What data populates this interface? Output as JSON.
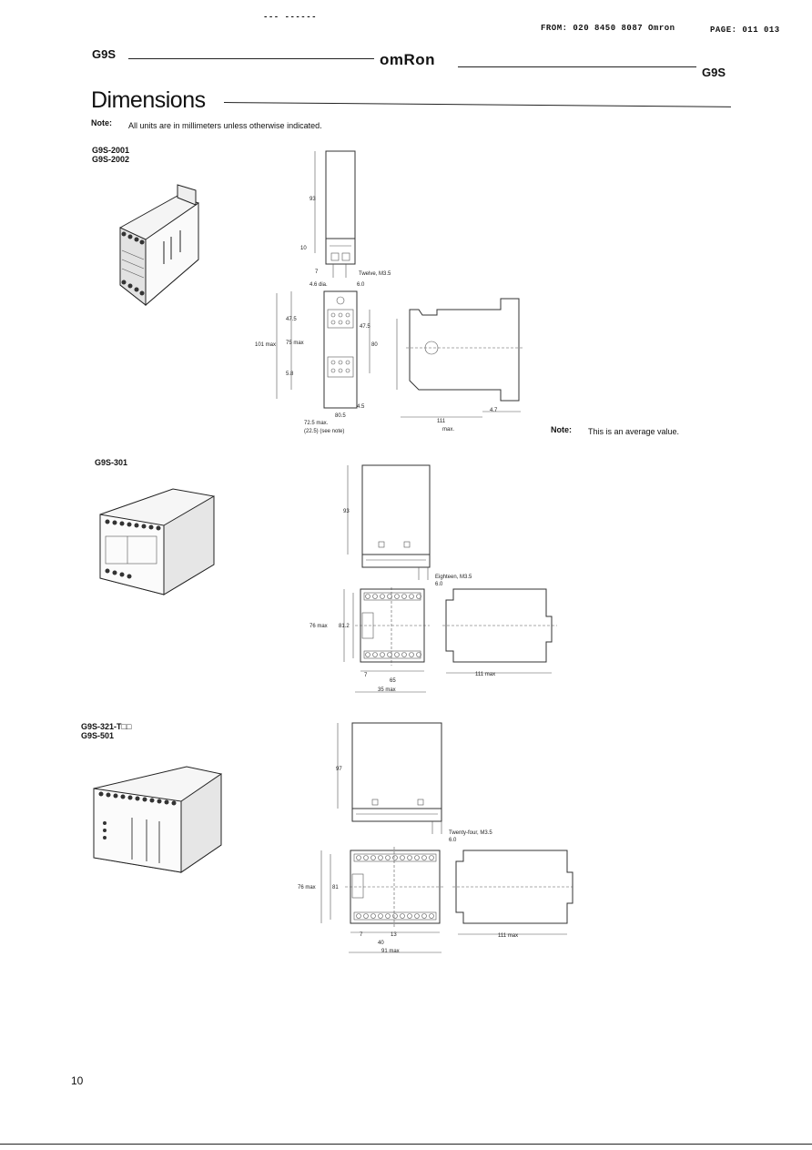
{
  "fax": {
    "top_left": "--- ------",
    "from": "FROM: 020 8450 8087 Omron",
    "page": "PAGE: 011 013"
  },
  "header": {
    "left": "G9S",
    "brand": "omRon",
    "right": "G9S"
  },
  "section": {
    "title": "Dimensions",
    "note_label": "Note:",
    "note_text": "All units are in millimeters unless otherwise indicated."
  },
  "models": [
    {
      "labels": [
        "G9S-2001",
        "G9S-2002"
      ]
    },
    {
      "labels": [
        "G9S-301"
      ]
    },
    {
      "labels": [
        "G9S-321-T□□",
        "G9S-501"
      ]
    }
  ],
  "drawing1": {
    "dims": [
      "93",
      "10",
      "7",
      "Twelve, M3.5",
      "4.6 dia.",
      "6.0",
      "47.5",
      "101 max",
      "75 max",
      "47.5",
      "80",
      "5.8",
      "4.5",
      "80.5",
      "72.5 max.",
      "(22.5) (see note)",
      "111",
      "max.",
      "4.7"
    ]
  },
  "drawing1_note": {
    "label": "Note:",
    "text": "This is an average value."
  },
  "drawing2": {
    "dims": [
      "93",
      "Eighteen, M3.5",
      "6.0",
      "76 max",
      "81.2",
      "7",
      "65",
      "35 max",
      "111 max"
    ]
  },
  "drawing3": {
    "dims": [
      "97",
      "Twenty-four, M3.5",
      "6.0",
      "76 max",
      "81",
      "7",
      "13",
      "40",
      "91 max",
      "111 max"
    ]
  },
  "footer": {
    "page_number": "10"
  }
}
